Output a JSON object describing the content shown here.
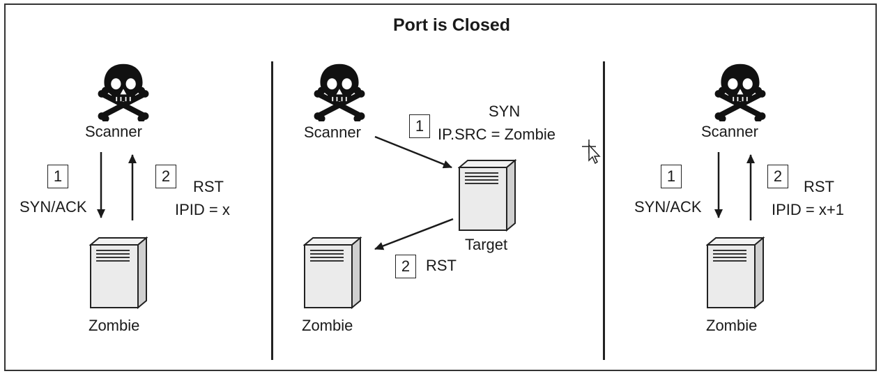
{
  "title": "Port is Closed",
  "panels": [
    {
      "scanner": "Scanner",
      "zombie": "Zombie",
      "step1": {
        "num": "1",
        "label": "SYN/ACK"
      },
      "step2": {
        "num": "2",
        "label1": "RST",
        "label2": "IPID = x"
      }
    },
    {
      "scanner": "Scanner",
      "target": "Target",
      "zombie": "Zombie",
      "step1": {
        "num": "1",
        "label1": "SYN",
        "label2": "IP.SRC = Zombie"
      },
      "step2": {
        "num": "2",
        "label": "RST"
      }
    },
    {
      "scanner": "Scanner",
      "zombie": "Zombie",
      "step1": {
        "num": "1",
        "label": "SYN/ACK"
      },
      "step2": {
        "num": "2",
        "label1": "RST",
        "label2": "IPID = x+1"
      }
    }
  ]
}
